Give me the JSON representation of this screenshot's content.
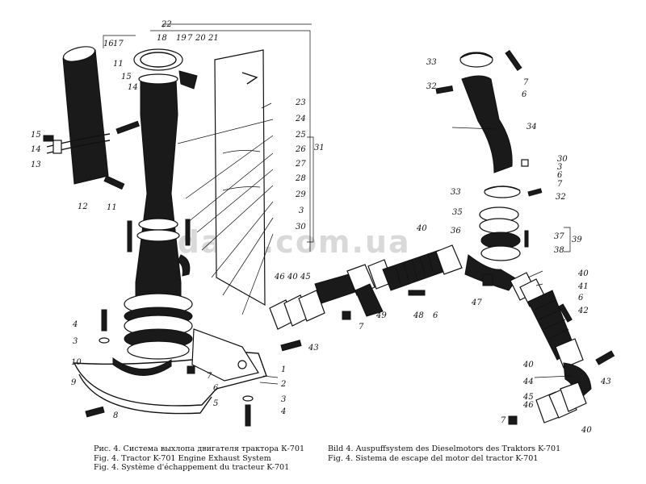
{
  "watermark": "adara.com.ua",
  "captions": {
    "left": [
      "Рис. 4. Система выхлопа двигателя трактора К-701",
      "Fig. 4. Tractor K-701 Engine Exhaust System",
      "Fig. 4. Système d'échappement du tracteur K-701"
    ],
    "right": [
      "Bild 4. Auspuffsystem des Dieselmotors des Traktors K-701",
      "Fig. 4. Sistema de escape del motor del tractor K-701"
    ]
  },
  "labels": {
    "l22": "22",
    "l16": "16",
    "l17": "17",
    "l18": "18",
    "l19": "19",
    "l7a": "7",
    "l20": "20",
    "l21": "21",
    "l11a": "11",
    "l15a": "15",
    "l14a": "14",
    "l15b": "15",
    "l14b": "14",
    "l13": "13",
    "l12": "12",
    "l11b": "11",
    "l23": "23",
    "l24": "24",
    "l25": "25",
    "l26": "26",
    "l31": "31",
    "l27": "27",
    "l28": "28",
    "l29": "29",
    "l3a": "3",
    "l30": "30",
    "l4a": "4",
    "l3b": "3",
    "l10": "10",
    "l9": "9",
    "l8": "8",
    "l1": "1",
    "l2": "2",
    "l7b": "7",
    "l6a": "6",
    "l5": "5",
    "l3c": "3",
    "l4b": "4",
    "l46a": "46",
    "l40a": "40",
    "l45a": "45",
    "l49": "49",
    "l48": "48",
    "l6b": "6",
    "l7c": "7",
    "l43a": "43",
    "l33a": "33",
    "l32a": "32",
    "l7d": "7",
    "l6c": "6",
    "l34": "34",
    "l30b": "30",
    "l3d": "3",
    "l6d": "6",
    "l7e": "7",
    "l33b": "33",
    "l32b": "32",
    "l35": "35",
    "l36": "36",
    "l37": "37",
    "l39": "39",
    "l38": "38",
    "l40b": "40",
    "l47": "47",
    "l40c": "40",
    "l41": "41",
    "l6e": "6",
    "l42": "42",
    "l40d": "40",
    "l44": "44",
    "l43b": "43",
    "l45b": "45",
    "l46b": "46",
    "l7f": "7",
    "l40e": "40"
  }
}
